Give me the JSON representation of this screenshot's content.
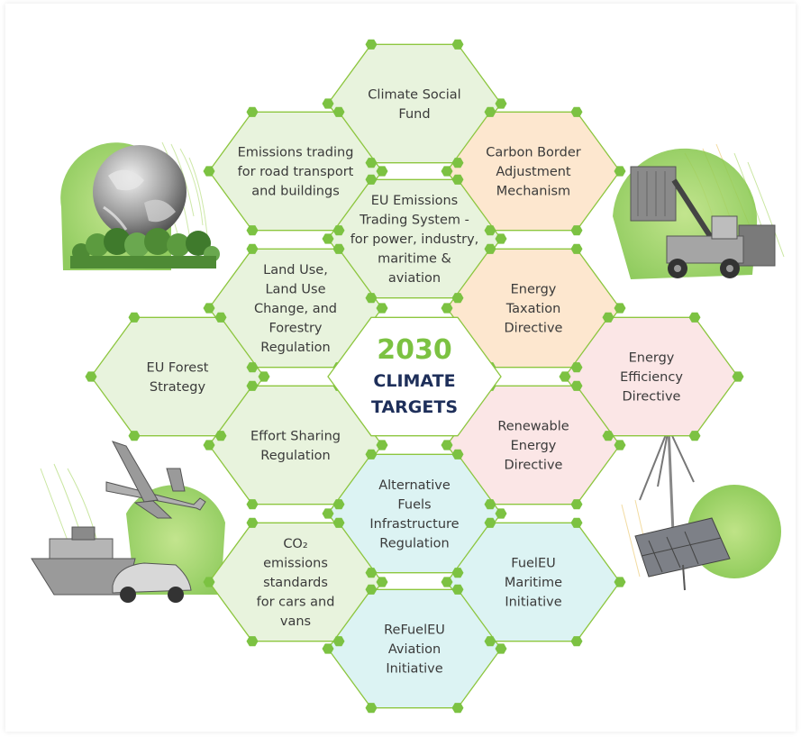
{
  "center": {
    "year": "2030",
    "line1": "CLIMATE",
    "line2": "TARGETS"
  },
  "cells": [
    {
      "id": "climate-social-fund",
      "fill": "#e8f3dd",
      "lines": [
        "Climate Social",
        "Fund"
      ]
    },
    {
      "id": "emissions-trading-road-buildings",
      "fill": "#e8f3dd",
      "lines": [
        "Emissions trading",
        "for road transport",
        "and buildings"
      ]
    },
    {
      "id": "carbon-border-adjustment",
      "fill": "#fde7cf",
      "lines": [
        "Carbon Border",
        "Adjustment",
        "Mechanism"
      ]
    },
    {
      "id": "eu-emissions-trading-system",
      "fill": "#e8f3dd",
      "lines": [
        "EU Emissions",
        "Trading System -",
        "for power, industry,",
        "maritime &",
        "aviation"
      ]
    },
    {
      "id": "land-use-forestry",
      "fill": "#e8f3dd",
      "lines": [
        "Land Use,",
        "Land Use",
        "Change, and",
        "Forestry",
        "Regulation"
      ]
    },
    {
      "id": "energy-taxation-directive",
      "fill": "#fde7cf",
      "lines": [
        "Energy",
        "Taxation",
        "Directive"
      ]
    },
    {
      "id": "eu-forest-strategy",
      "fill": "#e8f3dd",
      "lines": [
        "EU Forest",
        "Strategy"
      ]
    },
    {
      "id": "energy-efficiency-directive",
      "fill": "#fbe6e6",
      "lines": [
        "Energy",
        "Efficiency",
        "Directive"
      ]
    },
    {
      "id": "effort-sharing-regulation",
      "fill": "#e8f3dd",
      "lines": [
        "Effort Sharing",
        "Regulation"
      ]
    },
    {
      "id": "renewable-energy-directive",
      "fill": "#fbe6e6",
      "lines": [
        "Renewable",
        "Energy",
        "Directive"
      ]
    },
    {
      "id": "alternative-fuels-infrastructure",
      "fill": "#dcf3f3",
      "lines": [
        "Alternative",
        "Fuels",
        "Infrastructure",
        "Regulation"
      ]
    },
    {
      "id": "co2-emission-standards",
      "fill": "#e8f3dd",
      "lines": [
        "CO₂",
        "emissions",
        "standards",
        "for cars and",
        "vans"
      ]
    },
    {
      "id": "fueleu-maritime",
      "fill": "#dcf3f3",
      "lines": [
        "FuelEU",
        "Maritime",
        "Initiative"
      ]
    },
    {
      "id": "refueleu-aviation",
      "fill": "#dcf3f3",
      "lines": [
        "ReFuelEU",
        "Aviation",
        "Initiative"
      ]
    }
  ],
  "colors": {
    "hex_stroke": "#8dc63f",
    "node_dot": "#7cc242",
    "center_fill": "#ffffff",
    "year": "#7cc242",
    "targets": "#1e2f5a"
  },
  "illustrations": [
    {
      "id": "globe-with-trees",
      "icon": "globe-icon"
    },
    {
      "id": "container-handler",
      "icon": "truck-icon"
    },
    {
      "id": "plane-ship-car",
      "icon": "plane-icon"
    },
    {
      "id": "wind-solar",
      "icon": "wind-turbine-icon"
    }
  ]
}
